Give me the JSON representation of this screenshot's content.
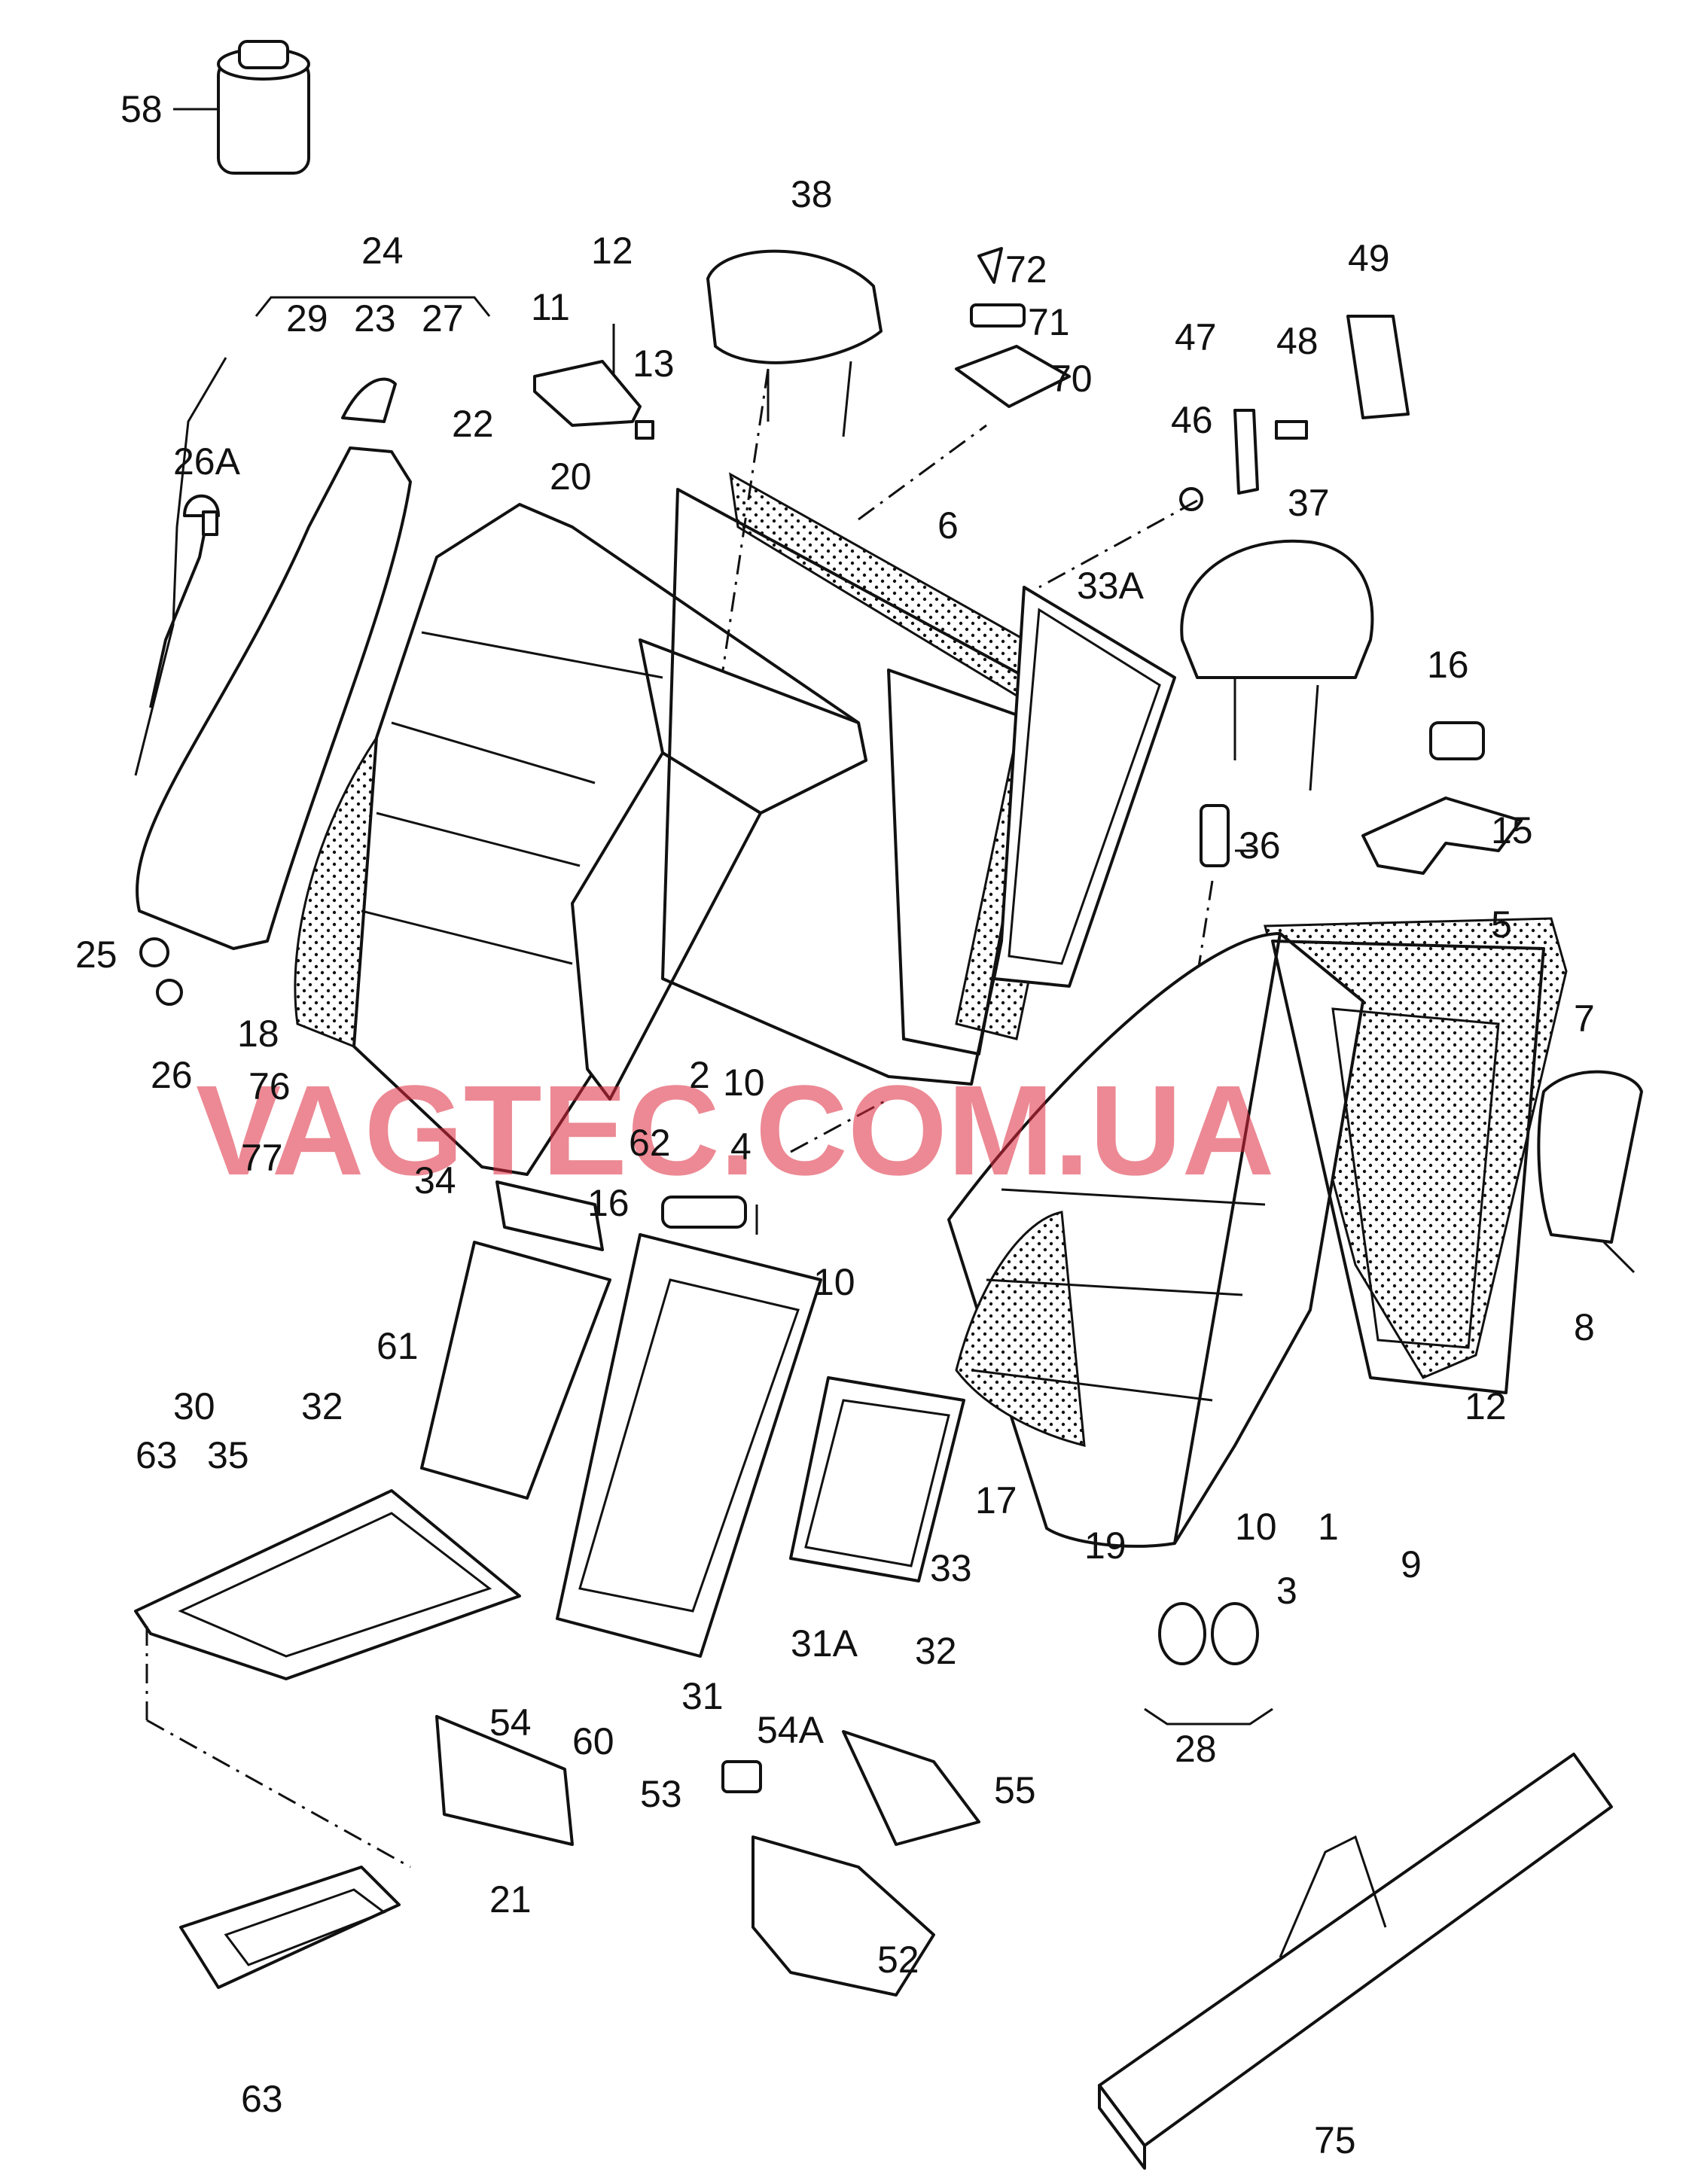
{
  "diagram": {
    "watermark": "VAGTEC.COM.UA",
    "labels": [
      "58",
      "24",
      "29",
      "23",
      "27",
      "22",
      "26A",
      "25",
      "26",
      "18",
      "76",
      "77",
      "12",
      "11",
      "13",
      "20",
      "38",
      "6",
      "72",
      "71",
      "70",
      "47",
      "48",
      "49",
      "46",
      "37",
      "33A",
      "16",
      "36",
      "15",
      "5",
      "7",
      "8",
      "2",
      "10",
      "62",
      "4",
      "34",
      "16",
      "10",
      "61",
      "30",
      "63",
      "35",
      "32",
      "54",
      "60",
      "21",
      "31",
      "31A",
      "33",
      "32",
      "17",
      "19",
      "10",
      "1",
      "3",
      "9",
      "28",
      "54A",
      "53",
      "55",
      "52",
      "63",
      "75",
      "12"
    ]
  }
}
